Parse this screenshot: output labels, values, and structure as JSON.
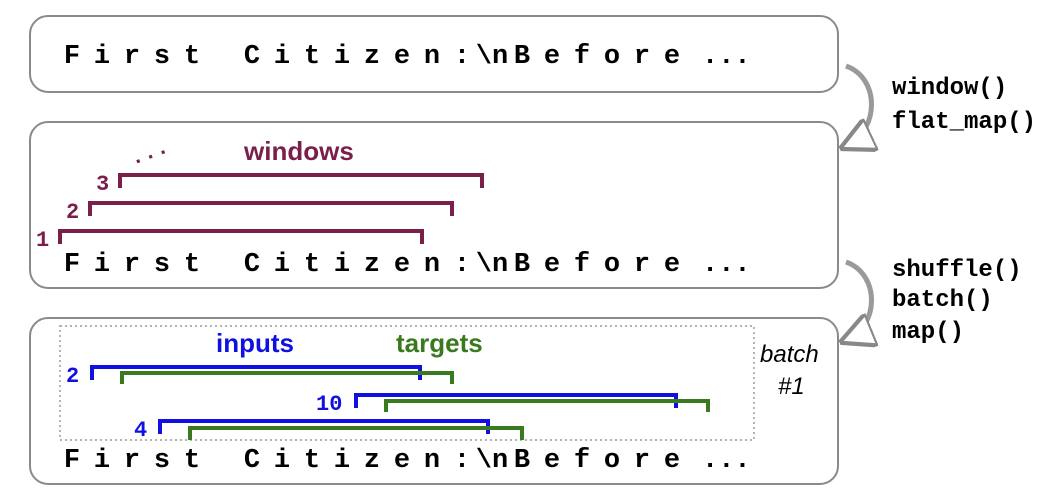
{
  "sequence_text": "First Citizen:\\nBefore...",
  "sequence_chars": [
    "F",
    "i",
    "r",
    "s",
    "t",
    " ",
    "C",
    "i",
    "t",
    "i",
    "z",
    "e",
    "n",
    ":",
    "\\n",
    "B",
    "e",
    "f",
    "o",
    "r",
    "e",
    "..."
  ],
  "operations_1": [
    "window()",
    "flat_map()"
  ],
  "operations_2": [
    "shuffle()",
    "batch()",
    "map()"
  ],
  "windows": {
    "label": "windows",
    "ellipsis": "...",
    "indices": [
      "1",
      "2",
      "3"
    ],
    "color": "#7a1f4b"
  },
  "batch_panel": {
    "inputs_label": "inputs",
    "targets_label": "targets",
    "batch_label_line1": "batch",
    "batch_label_line2": "#1",
    "indices": [
      "2",
      "10",
      "4"
    ],
    "inputs_color": "#1010e0",
    "targets_color": "#3a7a1e"
  }
}
